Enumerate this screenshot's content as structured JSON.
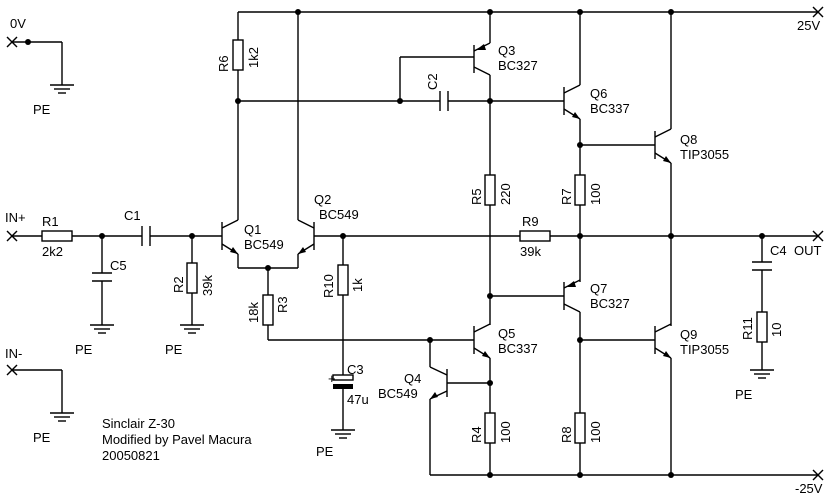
{
  "rails": {
    "zero": "0V",
    "pos": "25V",
    "neg": "-25V"
  },
  "ports": {
    "in_plus": "IN+",
    "in_minus": "IN-",
    "out": "OUT"
  },
  "ground_label": "PE",
  "components": {
    "R1": {
      "ref": "R1",
      "value": "2k2"
    },
    "C1": {
      "ref": "C1"
    },
    "C5": {
      "ref": "C5"
    },
    "R2": {
      "ref": "R2",
      "value": "39k"
    },
    "Q1": {
      "ref": "Q1",
      "value": "BC549"
    },
    "Q2": {
      "ref": "Q2",
      "value": "BC549"
    },
    "R6": {
      "ref": "R6",
      "value": "1k2"
    },
    "R3": {
      "ref": "R3",
      "value": "18k"
    },
    "R10": {
      "ref": "R10",
      "value": "1k"
    },
    "C3": {
      "ref": "C3",
      "value": "47u"
    },
    "Q3": {
      "ref": "Q3",
      "value": "BC327"
    },
    "C2": {
      "ref": "C2"
    },
    "R5": {
      "ref": "R5",
      "value": "220"
    },
    "Q5": {
      "ref": "Q5",
      "value": "BC337"
    },
    "Q4": {
      "ref": "Q4",
      "value": "BC549"
    },
    "R4": {
      "ref": "R4",
      "value": "100"
    },
    "Q6": {
      "ref": "Q6",
      "value": "BC337"
    },
    "R7": {
      "ref": "R7",
      "value": "100"
    },
    "R9": {
      "ref": "R9",
      "value": "39k"
    },
    "Q7": {
      "ref": "Q7",
      "value": "BC327"
    },
    "R8": {
      "ref": "R8",
      "value": "100"
    },
    "Q8": {
      "ref": "Q8",
      "value": "TIP3055"
    },
    "Q9": {
      "ref": "Q9",
      "value": "TIP3055"
    },
    "C4": {
      "ref": "C4"
    },
    "R11": {
      "ref": "R11",
      "value": "10"
    }
  },
  "notes": {
    "line1": "Sinclair Z-30",
    "line2": "Modified by Pavel Macura",
    "line3": "20050821"
  }
}
